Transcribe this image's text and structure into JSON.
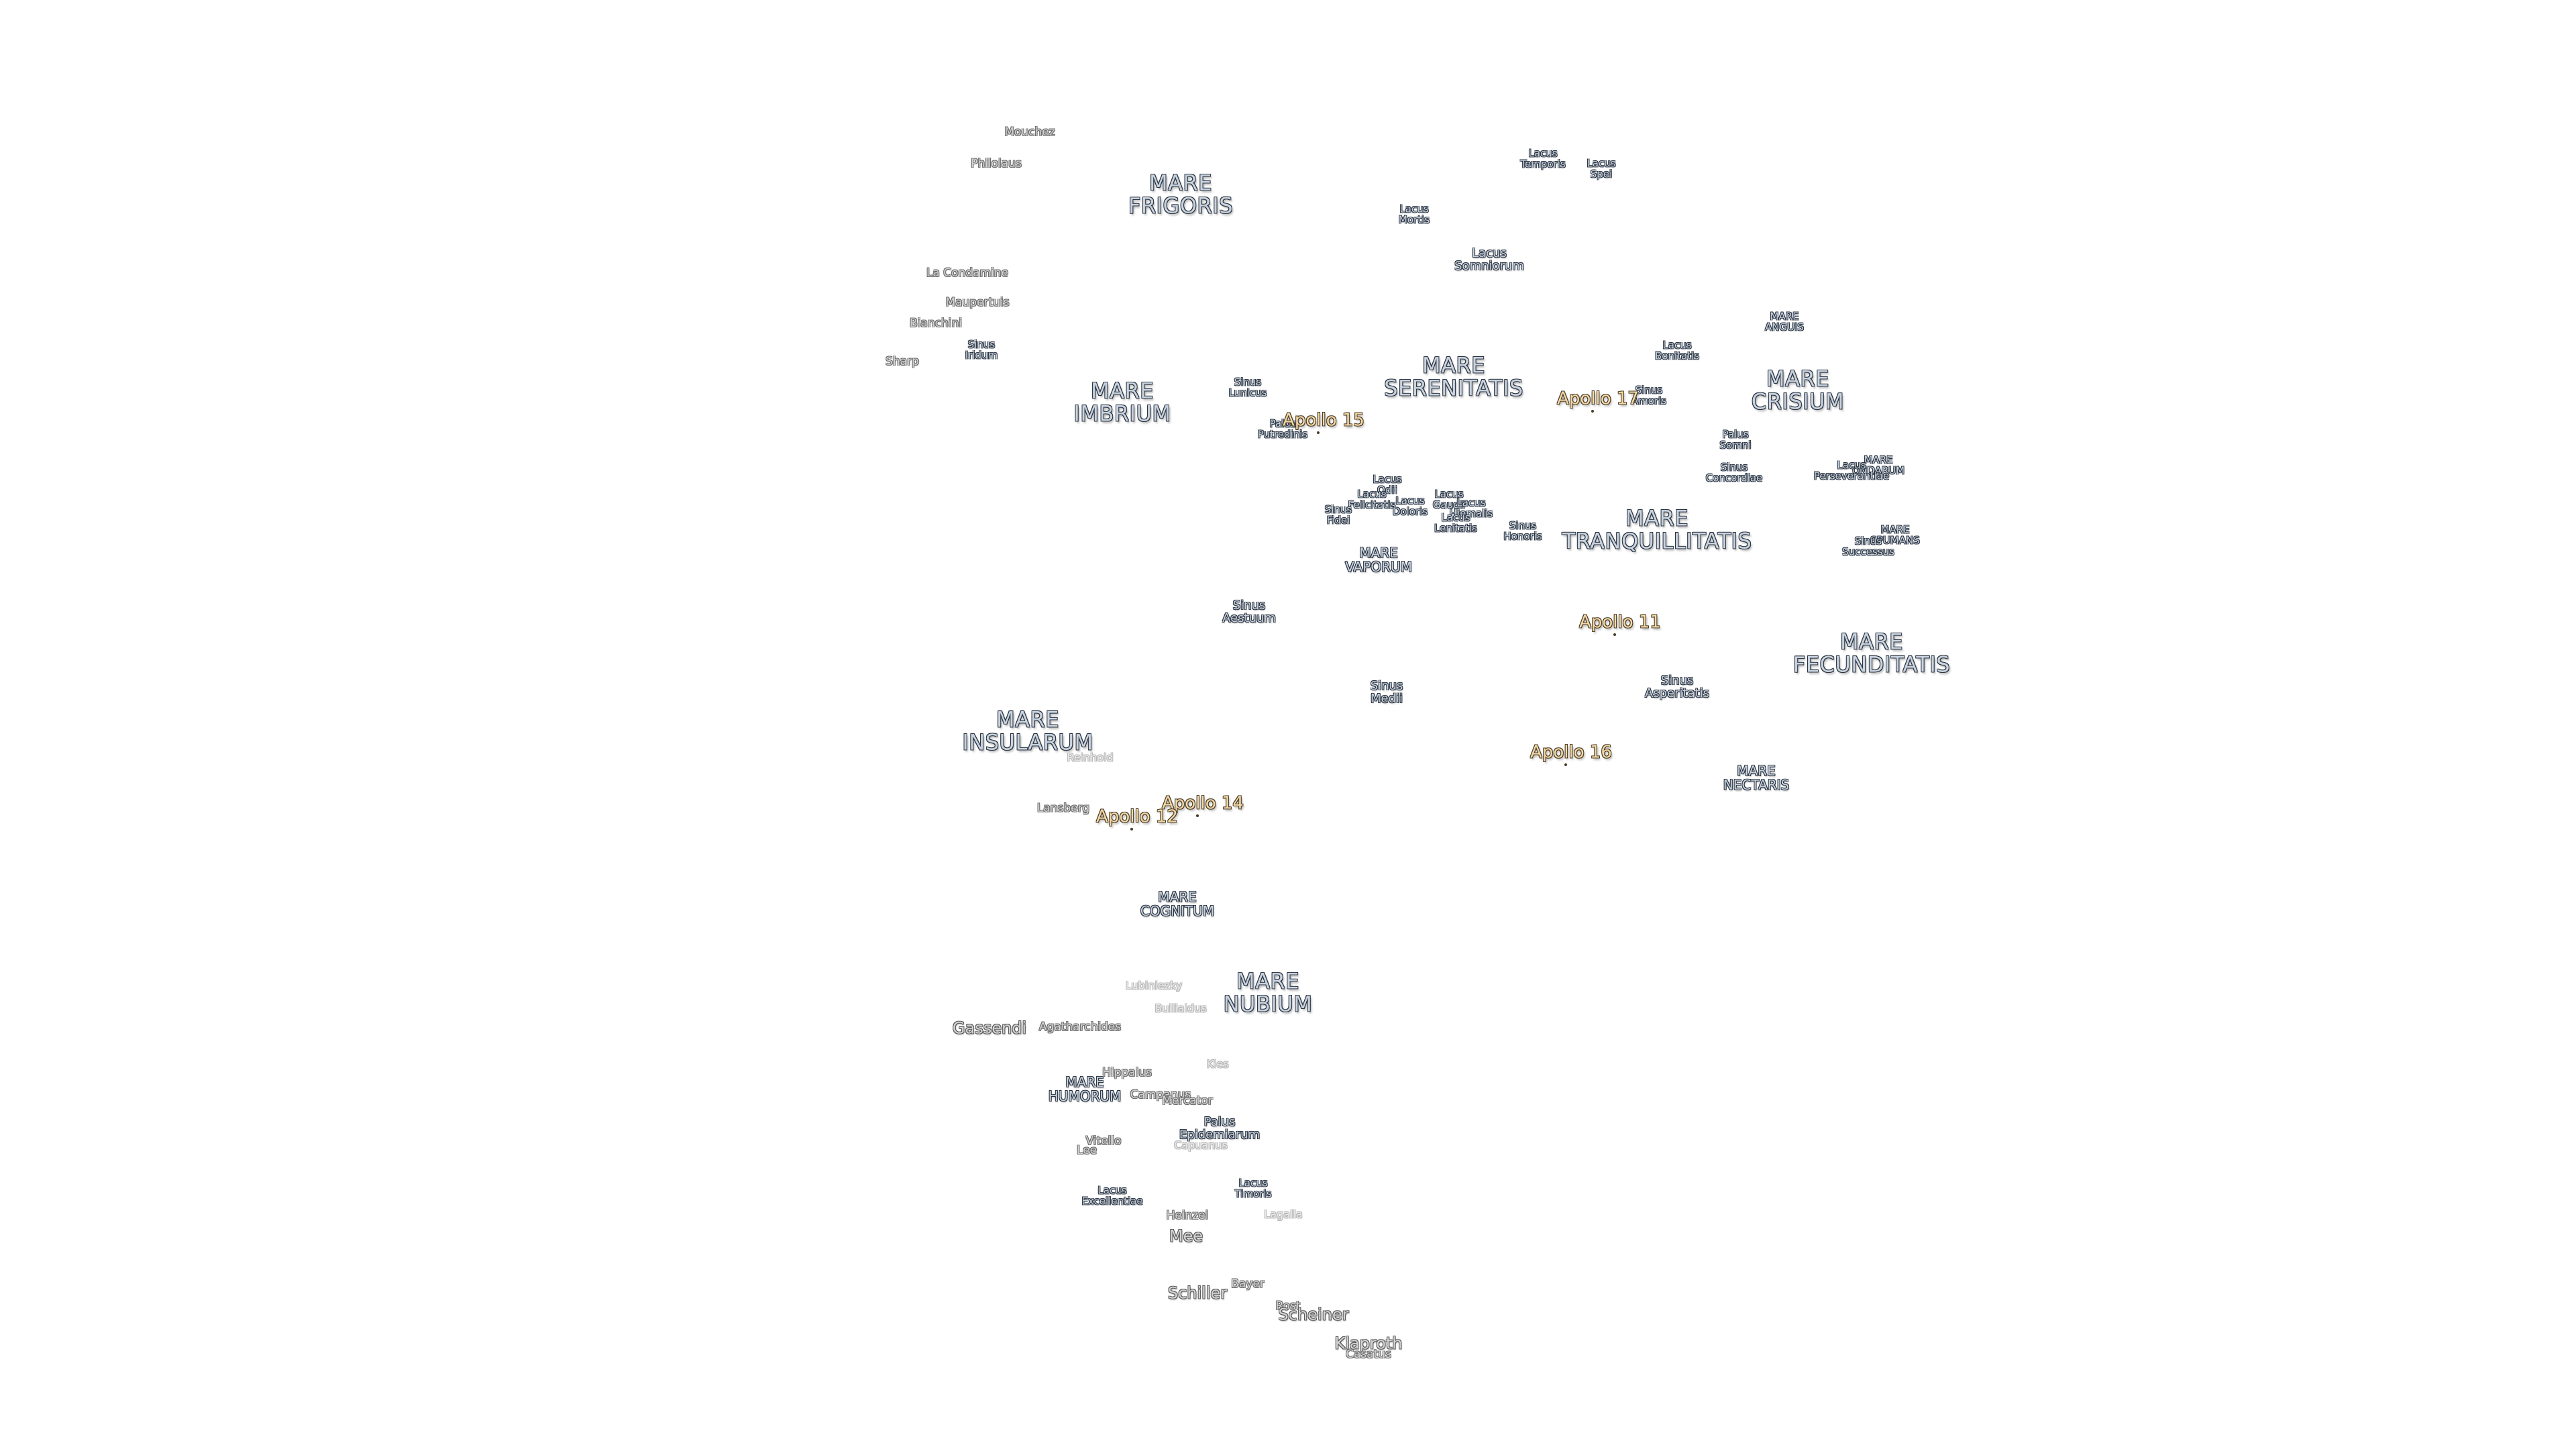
{
  "labels": [
    {
      "id": "mare-frigoris",
      "text": "MARE\nFRIGORIS",
      "kind": "mare"
    },
    {
      "id": "mare-imbrium",
      "text": "MARE\nIMBRIUM",
      "kind": "mare"
    },
    {
      "id": "mare-serenitatis",
      "text": "MARE\nSERENITATIS",
      "kind": "mare"
    },
    {
      "id": "mare-tranquillitatis",
      "text": "MARE\nTRANQUILLITATIS",
      "kind": "mare"
    },
    {
      "id": "mare-crisium",
      "text": "MARE\nCRISIUM",
      "kind": "mare"
    },
    {
      "id": "mare-fecunditatis",
      "text": "MARE\nFECUNDITATIS",
      "kind": "mare"
    },
    {
      "id": "mare-insularum",
      "text": "MARE\nINSULARUM",
      "kind": "mare"
    },
    {
      "id": "mare-nubium",
      "text": "MARE\nNUBIUM",
      "kind": "mare"
    },
    {
      "id": "mare-vaporum",
      "text": "MARE\nVAPORUM",
      "kind": "mare-sm"
    },
    {
      "id": "mare-nectaris",
      "text": "MARE\nNECTARIS",
      "kind": "mare-sm"
    },
    {
      "id": "mare-cognitum",
      "text": "MARE\nCOGNITUM",
      "kind": "mare-sm"
    },
    {
      "id": "mare-humorum",
      "text": "MARE\nHUMORUM",
      "kind": "mare-sm"
    },
    {
      "id": "mare-anguis",
      "text": "MARE\nANGUIS",
      "kind": "lacus-sm"
    },
    {
      "id": "mare-undarum",
      "text": "MARE\nUNDARUM",
      "kind": "lacus-sm"
    },
    {
      "id": "mare-spumans",
      "text": "MARE\nSPUMANS",
      "kind": "lacus-sm"
    },
    {
      "id": "lacus-temporis",
      "text": "Lacus\nTemporis",
      "kind": "lacus-sm"
    },
    {
      "id": "lacus-spei",
      "text": "Lacus\nSpei",
      "kind": "lacus-sm"
    },
    {
      "id": "lacus-mortis",
      "text": "Lacus\nMortis",
      "kind": "lacus-sm"
    },
    {
      "id": "lacus-somniorum",
      "text": "Lacus\nSomniorum",
      "kind": "lacus"
    },
    {
      "id": "lacus-bonitatis",
      "text": "Lacus\nBonitatis",
      "kind": "lacus-sm"
    },
    {
      "id": "sinus-amoris",
      "text": "Sinus\nAmoris",
      "kind": "lacus-sm"
    },
    {
      "id": "palus-somni",
      "text": "Palus\nSomni",
      "kind": "lacus-sm"
    },
    {
      "id": "sinus-concordiae",
      "text": "Sinus\nConcordiae",
      "kind": "lacus-sm"
    },
    {
      "id": "lacus-perseverantiae",
      "text": "Lacus\nPerseverantiae",
      "kind": "lacus-sm"
    },
    {
      "id": "sinus-successus",
      "text": "Sinus\nSuccessus",
      "kind": "lacus-sm"
    },
    {
      "id": "sinus-iridum",
      "text": "Sinus\nIridum",
      "kind": "lacus-sm"
    },
    {
      "id": "sinus-lunicus",
      "text": "Sinus\nLunicus",
      "kind": "lacus-sm"
    },
    {
      "id": "palus-putredinis",
      "text": "Palus\nPutredinis",
      "kind": "lacus-sm"
    },
    {
      "id": "lacus-odii",
      "text": "Lacus\nOdii",
      "kind": "lacus-sm"
    },
    {
      "id": "lacus-felicitatis",
      "text": "Lacus\nFelicitatis",
      "kind": "lacus-sm"
    },
    {
      "id": "lacus-doloris",
      "text": "Lacus\nDoloris",
      "kind": "lacus-sm"
    },
    {
      "id": "lacus-gaudii",
      "text": "Lacus\nGaudii",
      "kind": "lacus-sm"
    },
    {
      "id": "lacus-hiemalis",
      "text": "Lacus\nHiemalis",
      "kind": "lacus-sm"
    },
    {
      "id": "lacus-lenitatis",
      "text": "Lacus\nLenitatis",
      "kind": "lacus-sm"
    },
    {
      "id": "sinus-fidei",
      "text": "Sinus\nFidei",
      "kind": "lacus-sm"
    },
    {
      "id": "sinus-honoris",
      "text": "Sinus\nHonoris",
      "kind": "lacus-sm"
    },
    {
      "id": "sinus-aestuum",
      "text": "Sinus\nAestuum",
      "kind": "lacus"
    },
    {
      "id": "sinus-medii",
      "text": "Sinus\nMedii",
      "kind": "lacus"
    },
    {
      "id": "sinus-asperitatis",
      "text": "Sinus\nAsperitatis",
      "kind": "lacus"
    },
    {
      "id": "palus-epidemiarum",
      "text": "Palus\nEpidemiarum",
      "kind": "lacus"
    },
    {
      "id": "lacus-timoris",
      "text": "Lacus\nTimoris",
      "kind": "lacus-sm"
    },
    {
      "id": "lacus-excellentiae",
      "text": "Lacus\nExcellentiae",
      "kind": "lacus-sm"
    },
    {
      "id": "apollo-15",
      "text": "Apollo 15",
      "kind": "apollo"
    },
    {
      "id": "apollo-17",
      "text": "Apollo 17",
      "kind": "apollo"
    },
    {
      "id": "apollo-11",
      "text": "Apollo 11",
      "kind": "apollo"
    },
    {
      "id": "apollo-16",
      "text": "Apollo 16",
      "kind": "apollo"
    },
    {
      "id": "apollo-14",
      "text": "Apollo 14",
      "kind": "apollo"
    },
    {
      "id": "apollo-12",
      "text": "Apollo 12",
      "kind": "apollo"
    },
    {
      "id": "mouchez",
      "text": "Mouchez",
      "kind": "crater"
    },
    {
      "id": "philolaus",
      "text": "Philolaus",
      "kind": "crater"
    },
    {
      "id": "la-condamine",
      "text": "La Condamine",
      "kind": "crater"
    },
    {
      "id": "maupertuis",
      "text": "Maupertuis",
      "kind": "crater"
    },
    {
      "id": "bianchini",
      "text": "Bianchini",
      "kind": "crater"
    },
    {
      "id": "sharp",
      "text": "Sharp",
      "kind": "crater"
    },
    {
      "id": "reinhold",
      "text": "Reinhold",
      "kind": "crater-faint"
    },
    {
      "id": "lansberg",
      "text": "Lansberg",
      "kind": "crater"
    },
    {
      "id": "lubiniezky",
      "text": "Lubiniezky",
      "kind": "crater-faint"
    },
    {
      "id": "bullialdus",
      "text": "Bullialdus",
      "kind": "crater-faint"
    },
    {
      "id": "gassendi",
      "text": "Gassendi",
      "kind": "crater-lg"
    },
    {
      "id": "agatharchides",
      "text": "Agatharchides",
      "kind": "crater"
    },
    {
      "id": "kies",
      "text": "Kies",
      "kind": "crater-faint"
    },
    {
      "id": "hippalus",
      "text": "Hippalus",
      "kind": "crater"
    },
    {
      "id": "campanus",
      "text": "Campanus",
      "kind": "crater"
    },
    {
      "id": "mercator",
      "text": "Mercator",
      "kind": "crater"
    },
    {
      "id": "vitello",
      "text": "Vitello",
      "kind": "crater"
    },
    {
      "id": "lee",
      "text": "Lee",
      "kind": "crater"
    },
    {
      "id": "capuanus",
      "text": "Capuanus",
      "kind": "crater-faint"
    },
    {
      "id": "heinzel",
      "text": "Heinzel",
      "kind": "crater"
    },
    {
      "id": "lagalla",
      "text": "Lagalla",
      "kind": "crater-faint"
    },
    {
      "id": "mee",
      "text": "Mee",
      "kind": "crater-lg"
    },
    {
      "id": "schiller",
      "text": "Schiller",
      "kind": "crater-lg"
    },
    {
      "id": "bayer",
      "text": "Bayer",
      "kind": "crater"
    },
    {
      "id": "rost",
      "text": "Rost",
      "kind": "crater"
    },
    {
      "id": "scheiner",
      "text": "Scheiner",
      "kind": "crater-lg"
    },
    {
      "id": "klaproth",
      "text": "Klaproth",
      "kind": "crater-lg"
    },
    {
      "id": "casatus",
      "text": "Casatus",
      "kind": "crater"
    }
  ]
}
